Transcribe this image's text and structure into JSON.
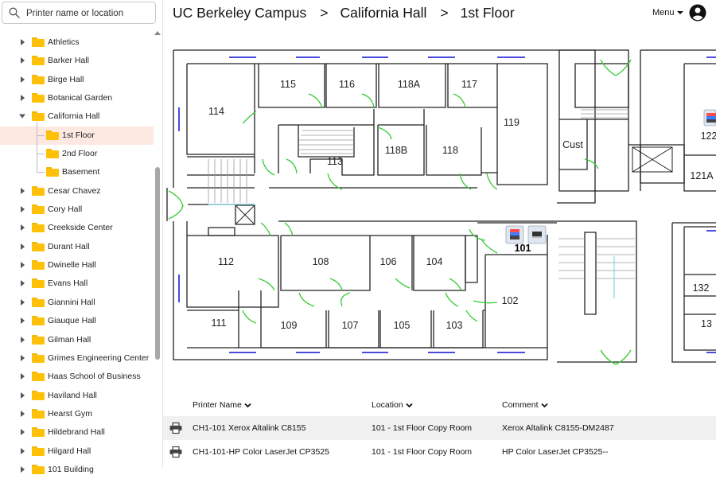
{
  "search": {
    "placeholder": "Printer name or location"
  },
  "breadcrumb": {
    "items": [
      "UC Berkeley Campus",
      "California Hall",
      "1st Floor"
    ],
    "separator": ">"
  },
  "header": {
    "menu_label": "Menu"
  },
  "sidebar": {
    "items": [
      {
        "label": "Athletics",
        "expandable": true,
        "expanded": false
      },
      {
        "label": "Barker Hall",
        "expandable": true,
        "expanded": false
      },
      {
        "label": "Birge Hall",
        "expandable": true,
        "expanded": false
      },
      {
        "label": "Botanical Garden",
        "expandable": true,
        "expanded": false
      },
      {
        "label": "California Hall",
        "expandable": true,
        "expanded": true
      },
      {
        "label": "1st Floor",
        "child": true,
        "selected": true
      },
      {
        "label": "2nd Floor",
        "child": true
      },
      {
        "label": "Basement",
        "child": true
      },
      {
        "label": "Cesar Chavez",
        "expandable": true,
        "expanded": false
      },
      {
        "label": "Cory Hall",
        "expandable": true,
        "expanded": false
      },
      {
        "label": "Creekside Center",
        "expandable": true,
        "expanded": false
      },
      {
        "label": "Durant Hall",
        "expandable": true,
        "expanded": false
      },
      {
        "label": "Dwinelle Hall",
        "expandable": true,
        "expanded": false
      },
      {
        "label": "Evans Hall",
        "expandable": true,
        "expanded": false
      },
      {
        "label": "Giannini Hall",
        "expandable": true,
        "expanded": false
      },
      {
        "label": "Giauque Hall",
        "expandable": true,
        "expanded": false
      },
      {
        "label": "Gilman Hall",
        "expandable": true,
        "expanded": false
      },
      {
        "label": "Grimes Engineering Center",
        "expandable": true,
        "expanded": false
      },
      {
        "label": "Haas School of Business",
        "expandable": true,
        "expanded": false
      },
      {
        "label": "Haviland Hall",
        "expandable": true,
        "expanded": false
      },
      {
        "label": "Hearst Gym",
        "expandable": true,
        "expanded": false
      },
      {
        "label": "Hildebrand Hall",
        "expandable": true,
        "expanded": false
      },
      {
        "label": "Hilgard Hall",
        "expandable": true,
        "expanded": false
      },
      {
        "label": "101 Building",
        "expandable": true,
        "expanded": false
      }
    ]
  },
  "floorplan": {
    "rooms": [
      "115",
      "116",
      "118A",
      "117",
      "114",
      "119",
      "118B",
      "118",
      "113",
      "Cust",
      "122",
      "121A",
      "112",
      "108",
      "106",
      "104",
      "101",
      "102",
      "111",
      "109",
      "107",
      "105",
      "103",
      "132",
      "13"
    ],
    "room_101_printers": [
      "printer-color-icon",
      "printer-mono-icon"
    ],
    "room_122_printer": "printer-color-icon"
  },
  "table": {
    "columns": [
      "Printer Name",
      "Location",
      "Comment"
    ],
    "rows": [
      {
        "name": "CH1-101 Xerox Altalink C8155",
        "location": "101 - 1st Floor Copy Room",
        "comment": "Xerox Altalink C8155-DM2487"
      },
      {
        "name": "CH1-101-HP Color LaserJet CP3525",
        "location": "101 - 1st Floor Copy Room",
        "comment": "HP Color LaserJet CP3525--"
      }
    ]
  },
  "colors": {
    "selected_bg": "#fde9e2",
    "folder": "#ffc107",
    "door": "#33cc33",
    "window": "#4a4adf",
    "stair_rail": "#7fd4e6"
  }
}
